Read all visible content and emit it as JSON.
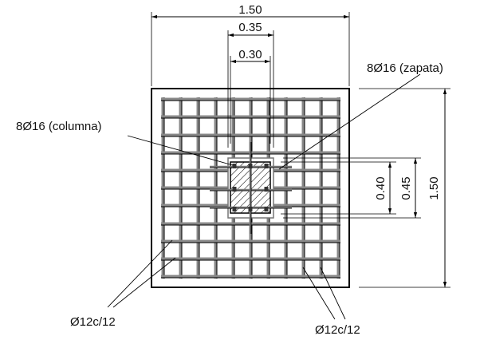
{
  "dimensions": {
    "footing_width": "1.50",
    "column_outer_width": "0.35",
    "column_inner_width": "0.30",
    "footing_depth": "1.50",
    "column_outer_depth": "0.45",
    "column_inner_depth": "0.40"
  },
  "labels": {
    "footing_bars": "8Ø16 (zapata)",
    "column_bars": "8Ø16 (columna)",
    "mesh_left": "Ø12c/12",
    "mesh_right": "Ø12c/12"
  },
  "colors": {
    "line": "#000000",
    "bar_shadow": "#888888"
  }
}
